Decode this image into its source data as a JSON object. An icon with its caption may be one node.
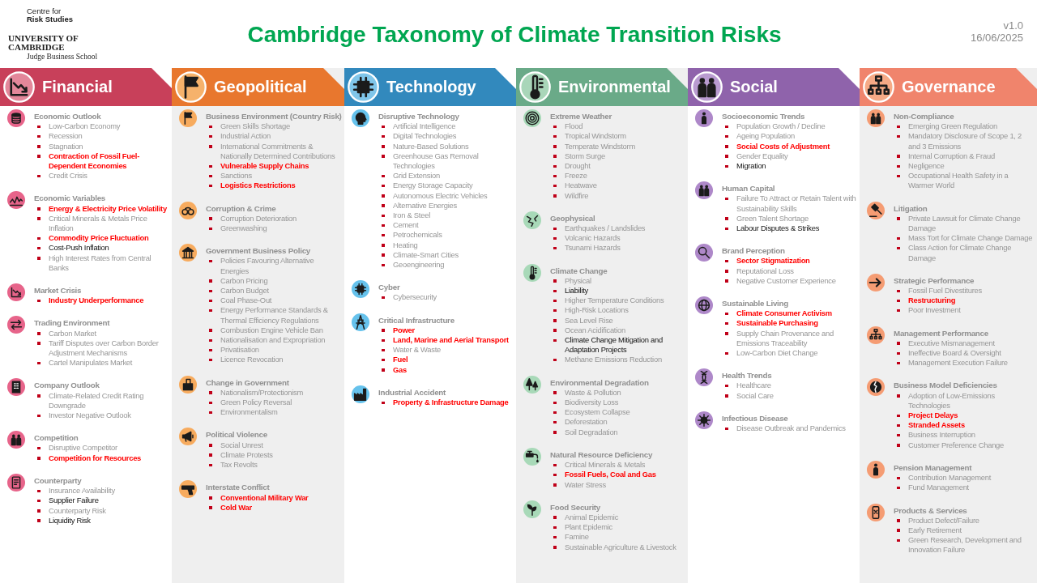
{
  "diagram": {
    "title": "Cambridge Taxonomy of Climate Transition Risks",
    "nodes": [
      {
        "text": [
          "Financial"
        ]
      },
      {
        "text": [
          "Economic Outlook",
          "Low-Carbon Economy",
          "Recession",
          "Stagnation",
          "Contraction of Fossil Fuel-Dependent Economies",
          "Credit Crisis"
        ],
        "in": 0
      },
      {
        "text": [
          "Economic Variables",
          "Energy & Electricity Price Volatility",
          "Critical Minerals & Metals Price Inflation",
          "Commodity Price Fluctuation",
          "Cost-Push Inflation",
          "High Interest Rates from Central Banks"
        ],
        "in": 0
      },
      {
        "text": [
          "Market Crisis",
          "Industry Underperformance"
        ],
        "in": 0
      },
      {
        "text": [
          "Trading Environment",
          "Carbon Market",
          "Tariff Disputes over Carbon Border Adjustment Mechanisms",
          "Cartel Manipulates Market"
        ],
        "in": 0
      },
      {
        "text": [
          "Company Outlook",
          "Climate-Related Credit Rating Downgrade",
          "Investor Negative Outlook"
        ],
        "in": 0
      },
      {
        "text": [
          "Competition",
          "Disruptive Competitor",
          "Competition for Resources"
        ],
        "in": 0
      },
      {
        "text": [
          "Counterparty",
          "Insurance Availability",
          "Supplier Failure",
          "Counterparty Risk",
          "Liquidity Risk"
        ],
        "in": 0
      },
      {
        "text": [
          "Geopolitical"
        ]
      },
      {
        "text": [
          "Business Environment (Country Risk)",
          "Green Skills Shortage",
          "Industrial Action",
          "International Commitments & Nationally Determined Contributions",
          "Vulnerable Supply Chains",
          "Sanctions",
          "Logistics Restrictions"
        ],
        "in": 8
      },
      {
        "text": [
          "Corruption & Crime",
          "Corruption Deterioration",
          "Greenwashing"
        ],
        "in": 8
      },
      {
        "text": [
          "Government Business Policy",
          "Policies Favouring Alternative Energies",
          "Carbon Pricing",
          "Carbon Budget",
          "Coal Phase-Out",
          "Energy Performance Standards & Thermal Efficiency Regulations",
          "Combustion Engine Vehicle Ban",
          "Nationalisation and Expropriation",
          "Privatisation",
          "Licence Revocation"
        ],
        "in": 8
      },
      {
        "text": [
          "Change in Government",
          "Nationalism/Protectionism",
          "Green Policy Reversal",
          "Environmentalism"
        ],
        "in": 8
      },
      {
        "text": [
          "Political Violence",
          "Social Unrest",
          "Climate Protests",
          "Tax Revolts"
        ],
        "in": 8
      },
      {
        "text": [
          "Interstate Conflict",
          "Conventional Military War",
          "Cold War"
        ],
        "in": 8
      },
      {
        "text": [
          "Technology"
        ]
      },
      {
        "text": [
          "Disruptive Technology",
          "Artificial Intelligence",
          "Digital Technologies",
          "Nature-Based Solutions",
          "Greenhouse Gas Removal Technologies",
          "Grid Extension",
          "Energy Storage Capacity",
          "Autonomous Electric Vehicles",
          "Alternative Energies",
          "Iron & Steel",
          "Cement",
          "Petrochemicals",
          "Heating",
          "Climate-Smart Cities",
          "Geoengineering"
        ],
        "in": 15
      },
      {
        "text": [
          "Cyber",
          "Cybersecurity"
        ],
        "in": 15
      },
      {
        "text": [
          "Critical Infrastructure",
          "Power",
          "Land, Marine and Aerial Transport",
          "Water & Waste",
          "Fuel",
          "Gas"
        ],
        "in": 15
      },
      {
        "text": [
          "Industrial Accident",
          "Property & Infrastructure Damage"
        ],
        "in": 15
      },
      {
        "text": [
          "Environmental"
        ]
      },
      {
        "text": [
          "Extreme Weather",
          "Flood",
          "Tropical Windstorm",
          "Temperate Windstorm",
          "Storm Surge",
          "Drought",
          "Freeze",
          "Heatwave",
          "Wildfire"
        ],
        "in": 20
      },
      {
        "text": [
          "Geophysical",
          "Earthquakes / Landslides",
          "Volcanic Hazards",
          "Tsunami Hazards"
        ],
        "in": 20
      },
      {
        "text": [
          "Climate Change",
          "Physical",
          "Liability",
          "Higher Temperature Conditions",
          "High-Risk Locations",
          "Sea Level Rise",
          "Ocean Acidification",
          "Climate Change Mitigation and Adaptation Projects",
          "Methane Emissions Reduction"
        ],
        "in": 20
      },
      {
        "text": [
          "Environmental Degradation",
          "Waste & Pollution",
          "Biodiversity Loss",
          "Ecosystem Collapse",
          "Deforestation",
          "Soil Degradation"
        ],
        "in": 20
      },
      {
        "text": [
          "Natural Resource Deficiency",
          "Critical Minerals & Metals",
          "Fossil Fuels, Coal and Gas",
          "Water Stress"
        ],
        "in": 20
      },
      {
        "text": [
          "Food Security",
          "Animal Epidemic",
          "Plant Epidemic",
          "Famine",
          "Sustainable Agriculture & Livestock"
        ],
        "in": 20
      },
      {
        "text": [
          "Social"
        ]
      },
      {
        "text": [
          "Socioeconomic Trends",
          "Population Growth / Decline",
          "Ageing Population",
          "Social Costs of Adjustment",
          "Gender Equality",
          "Migration"
        ],
        "in": 27
      },
      {
        "text": [
          "Human Capital",
          "Failure To Attract or Retain Talent with Sustainability Skills",
          "Green Talent Shortage",
          "Labour Disputes & Strikes"
        ],
        "in": 27
      },
      {
        "text": [
          "Brand Perception",
          "Sector Stigmatization",
          "Reputational Loss",
          "Negative Customer Experience"
        ],
        "in": 27
      },
      {
        "text": [
          "Sustainable Living",
          "Climate Consumer Activism",
          "Sustainable Purchasing",
          "Supply Chain Provenance and Emissions Traceability",
          "Low-Carbon Diet Change"
        ],
        "in": 27
      },
      {
        "text": [
          "Health Trends",
          "Healthcare",
          "Social Care"
        ],
        "in": 27
      },
      {
        "text": [
          "Infectious Disease",
          "Disease Outbreak and Pandemics"
        ],
        "in": 27
      },
      {
        "text": [
          "Governance"
        ]
      },
      {
        "text": [
          "Non-Compliance",
          "Emerging Green Regulation",
          "Mandatory Disclosure of Scope 1, 2 and 3 Emissions",
          "Internal Corruption & Fraud",
          "Negligence",
          "Occupational Health Safety in a Warmer World"
        ],
        "in": 34
      },
      {
        "text": [
          "Litigation",
          "Private Lawsuit for Climate Change Damage",
          "Mass Tort for Climate Change Damage",
          "Class Action for Climate Change Damage"
        ],
        "in": 34
      },
      {
        "text": [
          "Strategic Performance",
          "Fossil Fuel Divestitures",
          "Restructuring",
          "Poor Investment"
        ],
        "in": 34
      },
      {
        "text": [
          "Management Performance",
          "Executive Mismanagement",
          "Ineffective Board & Oversight",
          "Management Execution Failure"
        ],
        "in": 34
      },
      {
        "text": [
          "Business Model Deficiencies",
          "Adoption of Low-Emissions Technologies",
          "Project Delays",
          "Stranded Assets",
          "Business Interruption",
          "Customer Preference Change"
        ],
        "in": 34
      },
      {
        "text": [
          "Pension Management",
          "Contribution Management",
          "Fund Management"
        ],
        "in": 34
      },
      {
        "text": [
          "Products & Services",
          "Product Defect/Failure",
          "Early Retirement",
          "Green Research, Development and Innovation Failure"
        ],
        "in": 34
      }
    ],
    "labels": [
      "Centre for **Risk Studies**",
      "UNIVERSITY OF CAMBRIDGE",
      "Judge Business School",
      "v1.0",
      "16/06/2025"
    ]
  }
}
